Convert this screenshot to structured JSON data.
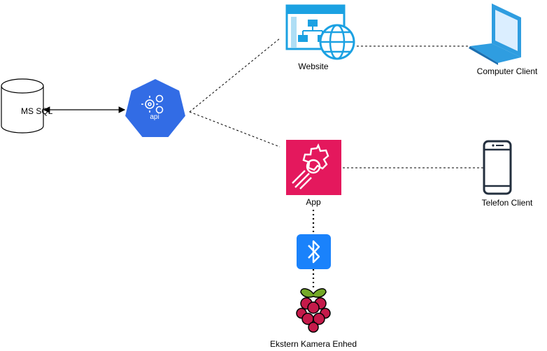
{
  "nodes": {
    "database": {
      "label": "MS SQL"
    },
    "api": {
      "label": "api"
    },
    "website": {
      "label": "Website"
    },
    "app": {
      "label": "App"
    },
    "computer_client": {
      "label": "Computer Client"
    },
    "phone_client": {
      "label": "Telefon Client"
    },
    "camera_device": {
      "label": "Ekstern Kamera Enhed"
    }
  },
  "colors": {
    "api_blue": "#326ce5",
    "website_blue": "#1ba1e2",
    "app_pink": "#e4185d",
    "bluetooth_blue": "#1a82fb",
    "raspberry_red": "#c51a4a",
    "raspberry_green": "#75a928",
    "laptop_blue": "#2f9de0"
  },
  "icons": {
    "database": "database-cylinder-icon",
    "api": "kubernetes-api-icon",
    "website": "website-globe-icon",
    "app": "gear-app-icon",
    "computer": "laptop-icon",
    "phone": "smartphone-icon",
    "bluetooth": "bluetooth-icon",
    "raspberry": "raspberry-pi-icon"
  }
}
